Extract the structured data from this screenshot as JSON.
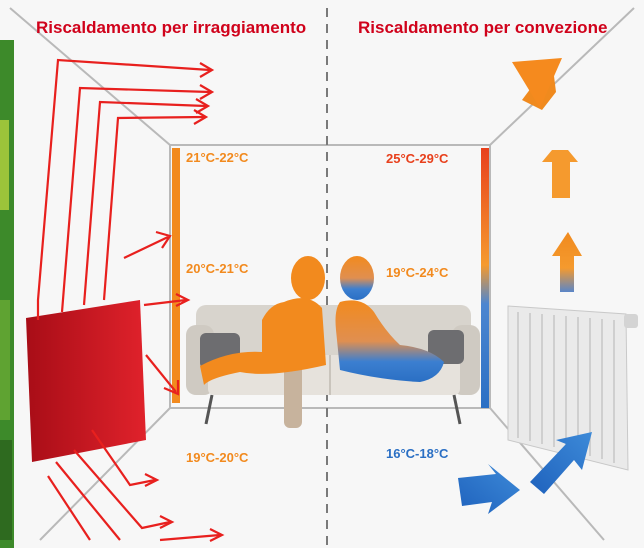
{
  "titles": {
    "left": "Riscaldamento per irraggiamento",
    "right": "Riscaldamento per convezione"
  },
  "temperatures": {
    "left": [
      "21°C-22°C",
      "20°C-21°C",
      "19°C-20°C"
    ],
    "right": [
      "25°C-29°C",
      "19°C-24°C",
      "16°C-18°C"
    ]
  },
  "colors": {
    "title": "#d0021b",
    "radiant_arrow": "#e8201e",
    "warm": "#f28a1e",
    "hot": "#e8401c",
    "cool": "#2a6fc4",
    "panel": "#c8121e"
  },
  "icons": {
    "radiant_panel": "radiant-heater-panel-icon",
    "radiator": "convection-radiator-icon",
    "sofa": "sofa-icon",
    "person": "person-silhouette-icon"
  }
}
